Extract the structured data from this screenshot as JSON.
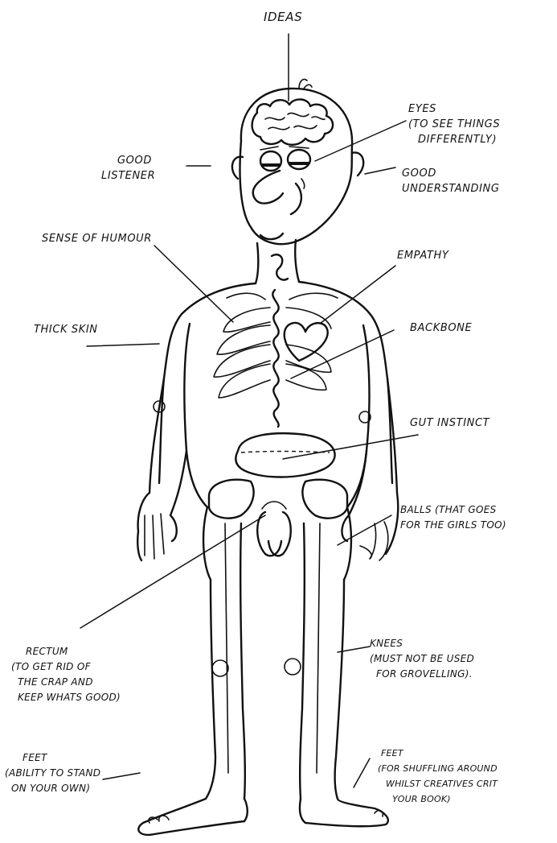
{
  "labels": {
    "ideas": "IDEAS",
    "eyes": [
      "EYES",
      "(TO SEE THINGS",
      "DIFFERENTLY)"
    ],
    "good_listener": [
      "GOOD",
      "LISTENER"
    ],
    "good_understanding": [
      "GOOD",
      "UNDERSTANDING"
    ],
    "sense_of_humour": "SENSE OF HUMOUR",
    "empathy": "EMPATHY",
    "thick_skin": "THICK SKIN",
    "backbone": "BACKBONE",
    "gut_instinct": "GUT INSTINCT",
    "balls": [
      "BALLS (THAT GOES",
      "FOR THE GIRLS TOO)"
    ],
    "rectum": [
      "RECTUM",
      "(TO GET RID OF",
      "THE CRAP AND",
      "KEEP WHATS GOOD)"
    ],
    "knees": [
      "KNEES",
      "(MUST NOT BE USED",
      "FOR GROVELLING)."
    ],
    "feet_left": [
      "FEET",
      "(ABILITY TO STAND",
      "ON YOUR OWN)"
    ],
    "feet_right": [
      "FEET",
      "(FOR SHUFFLING AROUND",
      "WHILST CREATIVES CRIT",
      "YOUR BOOK)"
    ]
  }
}
